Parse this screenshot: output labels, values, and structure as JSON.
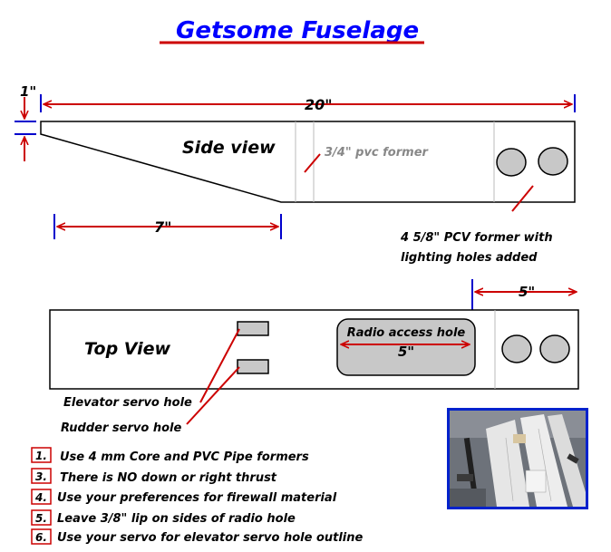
{
  "title": "Getsome Fuselage",
  "side_view": {
    "label": "Side view",
    "dim_height": "1\"",
    "dim_length": "20\"",
    "dim_taper": "7\"",
    "pvc_former_label": "3/4\" pvc former",
    "rear_former_label_line1": "4 5/8\" PCV former with",
    "rear_former_label_line2": "lighting holes added"
  },
  "top_view": {
    "label": "Top View",
    "dim_rear": "5\"",
    "radio_hole_label": "Radio access hole",
    "radio_hole_dim": "5\"",
    "elevator_label": "Elevator servo hole",
    "rudder_label": "Rudder servo hole"
  },
  "notes": [
    {
      "num": "1.",
      "text": "Use 4 mm Core and PVC Pipe formers"
    },
    {
      "num": "3.",
      "text": "There is NO down or right thrust"
    },
    {
      "num": "4.",
      "text": "Use your preferences for firewall material"
    },
    {
      "num": "5.",
      "text": "Leave 3/8\" lip on sides of radio hole"
    },
    {
      "num": "6.",
      "text": "Use your servo for elevator servo hole outline"
    }
  ],
  "colors": {
    "title": "#0000ff",
    "dimension": "#cc0000",
    "tick": "#0000cc",
    "note_box": "#cc0000",
    "hole_fill": "#c8c8c8",
    "photo_border": "#0022cc"
  }
}
